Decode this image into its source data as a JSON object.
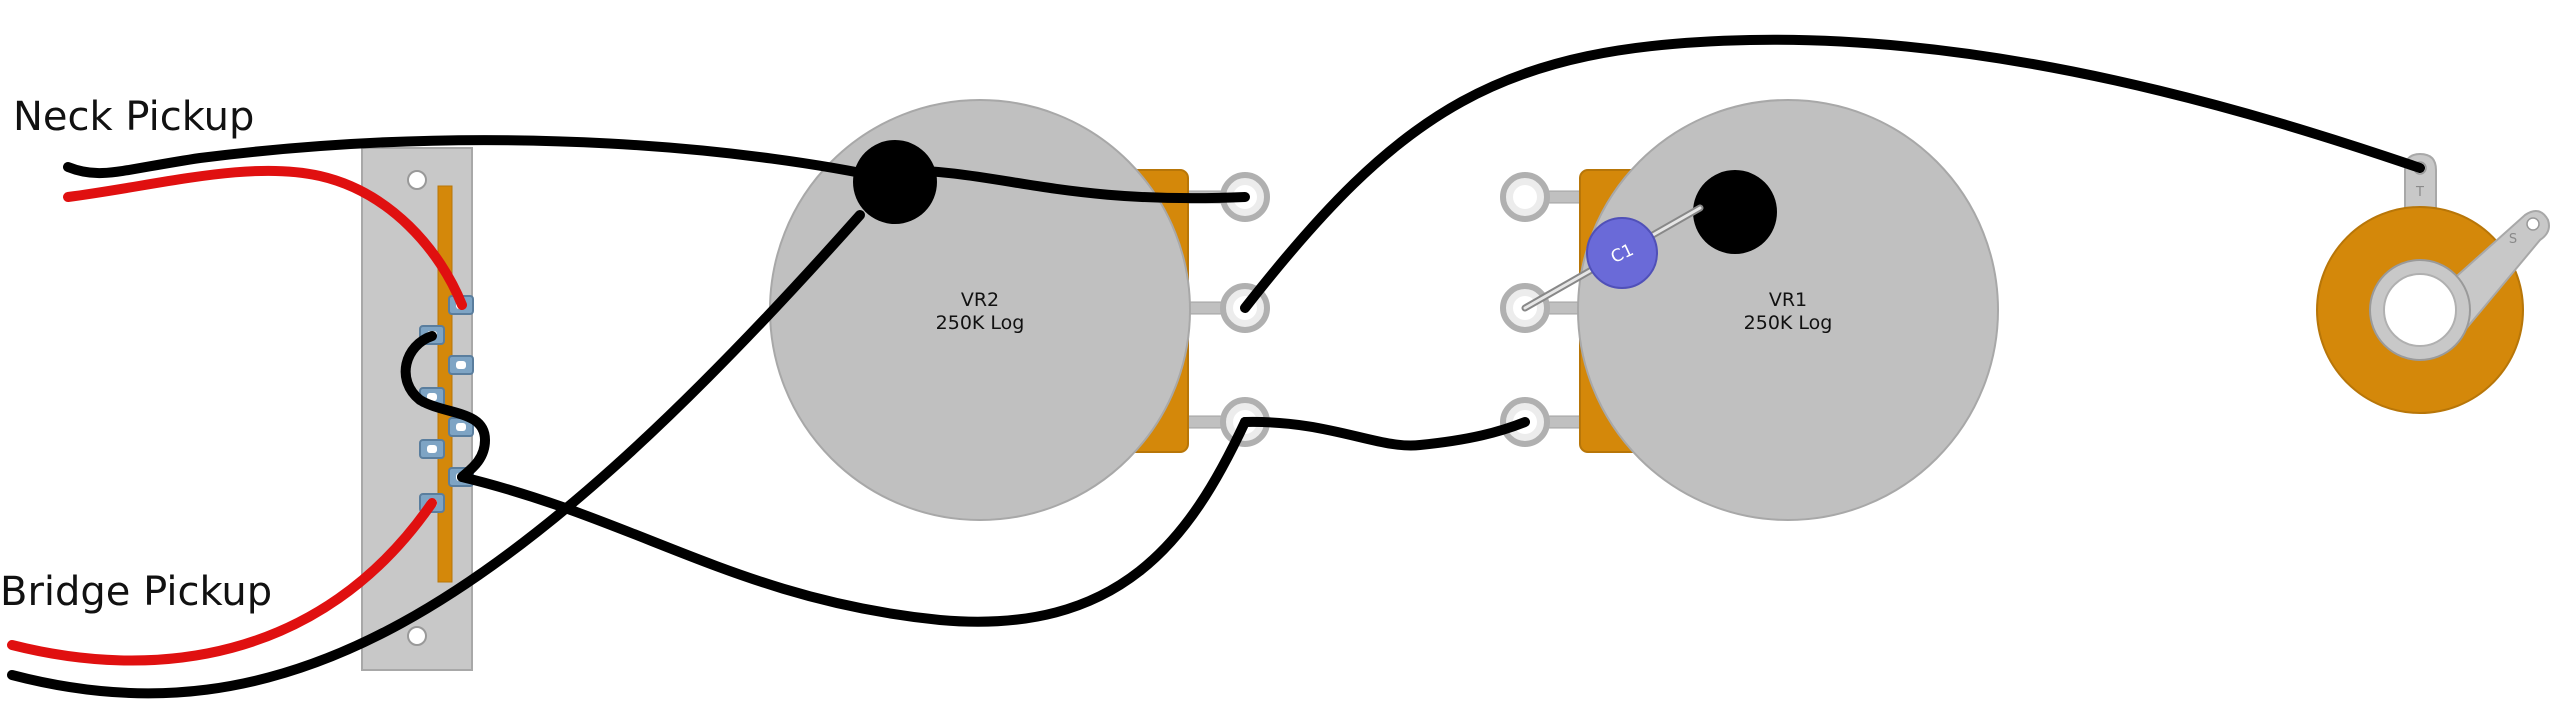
{
  "labels": {
    "neck_pickup": "Neck Pickup",
    "bridge_pickup": "Bridge Pickup"
  },
  "pots": {
    "vr2": {
      "designator": "VR2",
      "value": "250K Log"
    },
    "vr1": {
      "designator": "VR1",
      "value": "250K Log"
    }
  },
  "capacitor": {
    "designator": "C1"
  },
  "jack": {
    "tip_label": "T",
    "sleeve_label": "S"
  },
  "colors": {
    "hot_wire": "#e01010",
    "ground_wire": "#000000",
    "pot_body": "#c0c0c0",
    "pot_casing": "#d4880a",
    "capacitor": "#6a6ad8",
    "switch_plate": "#c8c8c8",
    "switch_lug": "#7ea4c4"
  }
}
